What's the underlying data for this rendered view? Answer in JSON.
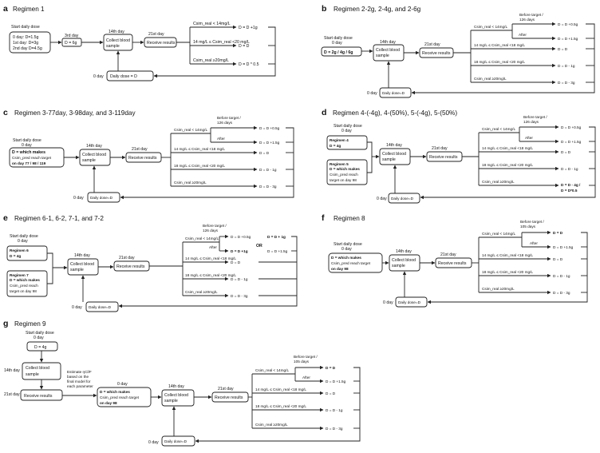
{
  "panels": [
    {
      "letter": "a",
      "title": "Regimen 1",
      "start": {
        "line1": "Start daily dose",
        "line2": ""
      },
      "init_lines": [
        "0 day: D=1.5g",
        "1st day: D=3g",
        "2nd day D=4.5g"
      ],
      "mid_label": "3rd day",
      "mid_box": "D = 6g",
      "day14": "14th day",
      "collect": [
        "Collect blood",
        "sample"
      ],
      "day21": "21st day",
      "receive": "Receive results",
      "conds": [
        "Csim_real < 14mg/L",
        "14 mg/L ≤ Csim_real <20 mg/L",
        "Csim_real ≥20mg/L"
      ],
      "outs": [
        "D = D +1g",
        "D = D",
        "D = D * 0.5"
      ],
      "zero_day": "0 day",
      "daily": "Daily dose = D"
    },
    {
      "letter": "b",
      "title": "Regimen 2-2g, 2-4g, and 2-6g",
      "start": {
        "line1": "Start daily dose",
        "line2": "0 day"
      },
      "init_lines": [
        "D = 2g / 4g / 6g"
      ],
      "day14": "14th day",
      "collect": [
        "Collect blood",
        "sample"
      ],
      "day21": "21st day",
      "receive": "Receive results",
      "before": [
        "Before  target  /",
        "126 days"
      ],
      "after": "After",
      "conds": [
        "Csim_real < 14mg/L",
        "14 mg/L ≤ Csim_real <18 mg/L",
        "18 mg/L ≤ Csim_real <20 mg/L",
        "Csim_real ≥20mg/L"
      ],
      "outs": [
        "D = D +0.5g",
        "D = D +1.5g",
        "D = D",
        "D = D - 1g",
        "D = D - 3g"
      ],
      "zero_day": "0 day",
      "daily": "Daily dose=D"
    },
    {
      "letter": "c",
      "title": "Regimen 3-77day, 3-98day, and 3-119day",
      "start": {
        "line1": "Start daily dose",
        "line2": "0 day"
      },
      "init_lines": [
        "D = which makes",
        "Csim_pred reach target",
        "on day 77 / 98 / 119"
      ],
      "day14": "14th day",
      "collect": [
        "Collect blood",
        "sample"
      ],
      "day21": "21st day",
      "receive": "Receive results",
      "before": [
        "Before  target  /",
        "126 days"
      ],
      "after": "After",
      "conds": [
        "Csim_real < 14mg/L",
        "14 mg/L ≤ Csim_real <18 mg/L",
        "18 mg/L ≤ Csim_real <20 mg/L",
        "Csim_real ≥20mg/L"
      ],
      "outs": [
        "D = D +0.5g",
        "D = D +1.5g",
        "D = D",
        "D = D - 1g",
        "D = D - 3g"
      ],
      "zero_day": "0 day",
      "daily": "Daily dose=D"
    },
    {
      "letter": "d",
      "title": "Regimen 4-(-4g), 4-(50%), 5-(-4g), 5-(50%)",
      "start": {
        "line1": "Start daily dose",
        "line2": "0 day"
      },
      "init_lines": [
        "Regimen 4",
        "D = 4g"
      ],
      "init2_lines": [
        "Regimen 5",
        "D = which makes",
        "Csim_pred reach",
        "target on day 98"
      ],
      "day14": "14th day",
      "collect": [
        "Collect blood",
        "sample"
      ],
      "day21": "21st day",
      "receive": "Receive results",
      "before": [
        "Before  target  /",
        "126 days"
      ],
      "after": "After",
      "conds": [
        "Csim_real < 14mg/L",
        "14 mg/L ≤ Csim_real <18 mg/L",
        "18 mg/L ≤ Csim_real <20 mg/L",
        "Csim_real ≥20mg/L"
      ],
      "outs": [
        "D = D +0.5g",
        "D = D +1.5g",
        "D = D",
        "D = D - 1g",
        "D = D - 4g /",
        "D = D*0.5"
      ],
      "zero_day": "0 day",
      "daily": "Daily dose=D"
    },
    {
      "letter": "e",
      "title": "Regimen 6-1, 6-2, 7-1, and 7-2",
      "start": {
        "line1": "Start daily dose",
        "line2": "0 day"
      },
      "init_lines": [
        "Regimen 6",
        "D = 4g"
      ],
      "init2_lines": [
        "Regimen 7",
        "D = which makes",
        "Csim_pred reach",
        "target on day 98"
      ],
      "day14": "14th day",
      "collect": [
        "Collect blood",
        "sample"
      ],
      "day21": "21st day",
      "receive": "Receive results",
      "before": [
        "Before  target  /",
        "126 days"
      ],
      "after": "After",
      "conds": [
        "Csim_real < 14mg/L",
        "14 mg/L ≤ Csim_real <18 mg/L",
        "18 mg/L ≤ Csim_real <20 mg/L",
        "Csim_real ≥20mg/L"
      ],
      "outs": [
        "D = D +0.5g",
        "D = D +1g",
        "D = D",
        "D = D - 1g",
        "D = D - 3g"
      ],
      "or_label": "OR",
      "alt_outs": [
        "D = D + 1g",
        "D = D +1.5g"
      ],
      "zero_day": "0 day",
      "daily": "Daily dose=D"
    },
    {
      "letter": "f",
      "title": "Regimen 8",
      "start": {
        "line1": "Start daily dose",
        "line2": "0 day"
      },
      "init_lines": [
        "D = which makes",
        "Csim_pred reach target",
        "on day 98"
      ],
      "day14": "14th day",
      "collect": [
        "Collect blood",
        "sample"
      ],
      "day21": "21st day",
      "receive": "Receive results",
      "before": [
        "Before  target  /",
        "105 days"
      ],
      "after": "After",
      "conds": [
        "Csim_real < 14mg/L",
        "14 mg/L ≤ Csim_real <18 mg/L",
        "18 mg/L ≤ Csim_real <20 mg/L",
        "Csim_real ≥20mg/L"
      ],
      "outs": [
        "D = D",
        "D = D +1.5g",
        "D = D",
        "D = D - 1g",
        "D = D - 3g"
      ],
      "zero_day": "0 day",
      "daily": "Daily dose=D"
    },
    {
      "letter": "g",
      "title": "Regimen 9",
      "start": {
        "line1": "Start daily dose",
        "line2": "0 day"
      },
      "init_lines": [
        "D = 4g"
      ],
      "pre_day14": "14th day",
      "pre_collect": [
        "Collect blood",
        "sample"
      ],
      "pre_day21": "21st day",
      "pre_receive": "Receive results",
      "estimate": [
        "Estimate ηCl/F",
        "based on the",
        "final model for",
        "each parameter"
      ],
      "day0": "0 day",
      "init2_lines": [
        "D = which makes",
        "Csim_pred reach target",
        "on day 98"
      ],
      "day14": "14th day",
      "collect": [
        "Collect blood",
        "sample"
      ],
      "day21": "21st day",
      "receive": "Receive results",
      "before": [
        "Before  target  /",
        "105 days"
      ],
      "after": "After",
      "conds": [
        "Csim_real < 14mg/L",
        "14 mg/L ≤ Csim_real <18 mg/L",
        "18 mg/L ≤ Csim_real <20 mg/L",
        "Csim_real ≥20mg/L"
      ],
      "outs": [
        "D = D",
        "D = D +1.5g",
        "D = D",
        "D = D - 1g",
        "D = D - 3g"
      ],
      "zero_day": "0 day",
      "daily": "Daily dose=D"
    }
  ]
}
